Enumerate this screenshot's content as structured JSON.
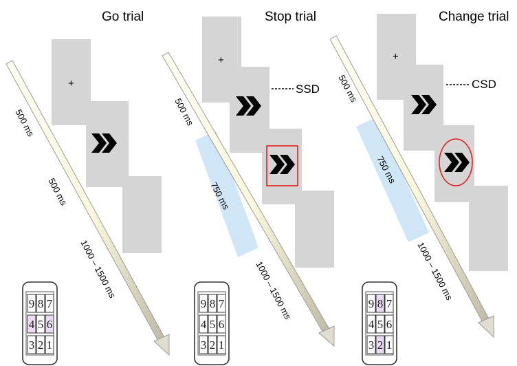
{
  "panels": [
    {
      "title": "Go trial",
      "fixation": "+",
      "time_labels": [
        "500 ms",
        "500 ms",
        "1000 – 1500 ms"
      ],
      "keypad": [
        [
          "9",
          "8",
          "7"
        ],
        [
          "4",
          "5",
          "6"
        ],
        [
          "3",
          "2",
          "1"
        ]
      ],
      "highlighted_keys": [
        "4",
        "6"
      ]
    },
    {
      "title": "Stop trial",
      "fixation": "+",
      "delay_label": "SSD",
      "time_labels": [
        "500 ms",
        "750 ms",
        "1000 – 1500 ms"
      ],
      "keypad": [
        [
          "9",
          "8",
          "7"
        ],
        [
          "4",
          "5",
          "6"
        ],
        [
          "3",
          "2",
          "1"
        ]
      ],
      "highlighted_keys": []
    },
    {
      "title": "Change trial",
      "fixation": "+",
      "delay_label": "CSD",
      "time_labels": [
        "500 ms",
        "750 ms",
        "1000 – 1500 ms"
      ],
      "keypad": [
        [
          "9",
          "8",
          "7"
        ],
        [
          "4",
          "5",
          "6"
        ],
        [
          "3",
          "2",
          "1"
        ]
      ],
      "highlighted_keys": [
        "8",
        "2"
      ]
    }
  ],
  "colors": {
    "screen": "#d5d5d5",
    "arrow_shaft": "#fbf8e3",
    "arrow_edge": "#8a8a8a",
    "highlight_band": "#cfe6f7",
    "stop_signal": "#e02020",
    "key_highlight": "#eadcf2"
  },
  "icons": [
    "fixation-cross-icon",
    "double-chevron-icon",
    "timeline-arrow-icon",
    "keypad-icon"
  ]
}
